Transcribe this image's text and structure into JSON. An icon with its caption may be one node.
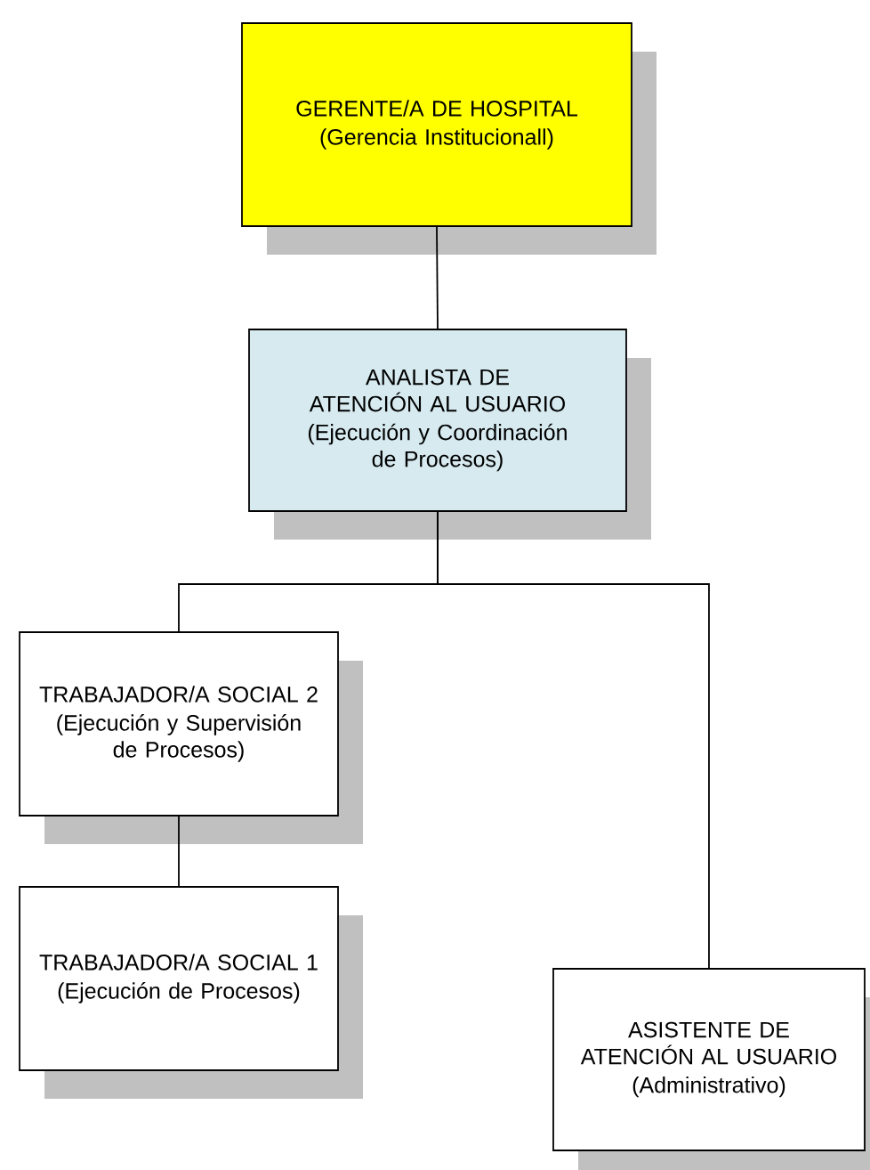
{
  "diagram": {
    "nodes": [
      {
        "text": [
          "GERENTE/A DE HOSPITAL",
          "(Gerencia Institucionall)"
        ]
      },
      {
        "text": [
          "ANALISTA DE ATENCIÓN AL USUARIO",
          "(Ejecución y Coordinación de Procesos)"
        ]
      },
      {
        "text": [
          "TRABAJADOR/A SOCIAL 2",
          "(Ejecución y Supervisión de Procesos)"
        ]
      },
      {
        "text": [
          "TRABAJADOR/A SOCIAL 1",
          "(Ejecución de Procesos)"
        ]
      },
      {
        "text": [
          "ASISTENTE DE ATENCIÓN AL USUARIO",
          "(Administrativo)"
        ]
      }
    ],
    "edges": [
      {
        "from": 0,
        "to": 1,
        "arrow": "none"
      },
      {
        "from": 1,
        "to": 2,
        "arrow": "none"
      },
      {
        "from": 1,
        "to": 4,
        "arrow": "none"
      },
      {
        "from": 2,
        "to": 3,
        "arrow": "none"
      }
    ]
  }
}
